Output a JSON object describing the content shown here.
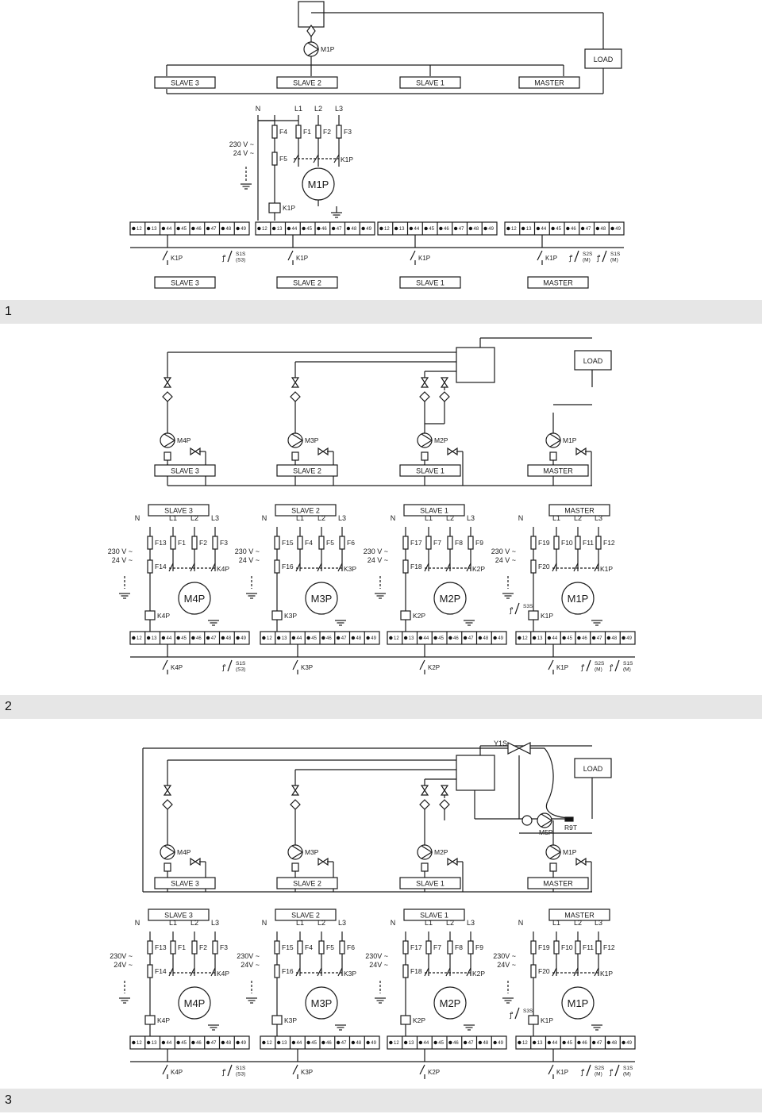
{
  "colors": {
    "line": "#1a1a1a",
    "band": "#e6e6e6",
    "box_fill": "#ffffff",
    "terminal_fill": "#111111"
  },
  "section_numbers": [
    "1",
    "2",
    "3"
  ],
  "units": [
    "SLAVE 3",
    "SLAVE 2",
    "SLAVE 1",
    "MASTER"
  ],
  "load_label": "LOAD",
  "phase_labels": [
    "N",
    "L1",
    "L2",
    "L3"
  ],
  "voltage": {
    "high": "230 V ~",
    "low": "24 V ~",
    "high_compact": "230V ~",
    "low_compact": "24V ~"
  },
  "terminals": [
    "12",
    "13",
    "44",
    "45",
    "46",
    "47",
    "48",
    "49"
  ],
  "section1": {
    "pump": "M1P",
    "fuses": [
      "F4",
      "F1",
      "F2",
      "F3",
      "F5"
    ],
    "contactor": "K1P",
    "motor": "M1P",
    "sensor_s1s_s3": "S1S\n(S3)",
    "sensor_s2s_m": "S2S\n(M)",
    "sensor_s1s_m": "S1S\n(M)"
  },
  "section2": {
    "pumps": [
      "M4P",
      "M3P",
      "M2P",
      "M1P"
    ],
    "units": [
      {
        "unit": "SLAVE 3",
        "fuses": [
          "F13",
          "F1",
          "F2",
          "F3",
          "F14"
        ],
        "contactor": "K4P",
        "motor": "M4P"
      },
      {
        "unit": "SLAVE 2",
        "fuses": [
          "F15",
          "F4",
          "F5",
          "F6",
          "F16"
        ],
        "contactor": "K3P",
        "motor": "M3P"
      },
      {
        "unit": "SLAVE 1",
        "fuses": [
          "F17",
          "F7",
          "F8",
          "F9",
          "F18"
        ],
        "contactor": "K2P",
        "motor": "M2P"
      },
      {
        "unit": "MASTER",
        "fuses": [
          "F19",
          "F10",
          "F11",
          "F12",
          "F20"
        ],
        "contactor": "K1P",
        "motor": "M1P"
      }
    ],
    "s3s": "S3S"
  },
  "section3": {
    "valve": "Y1S",
    "extra_pump": "M5P",
    "probe": "R9T"
  }
}
